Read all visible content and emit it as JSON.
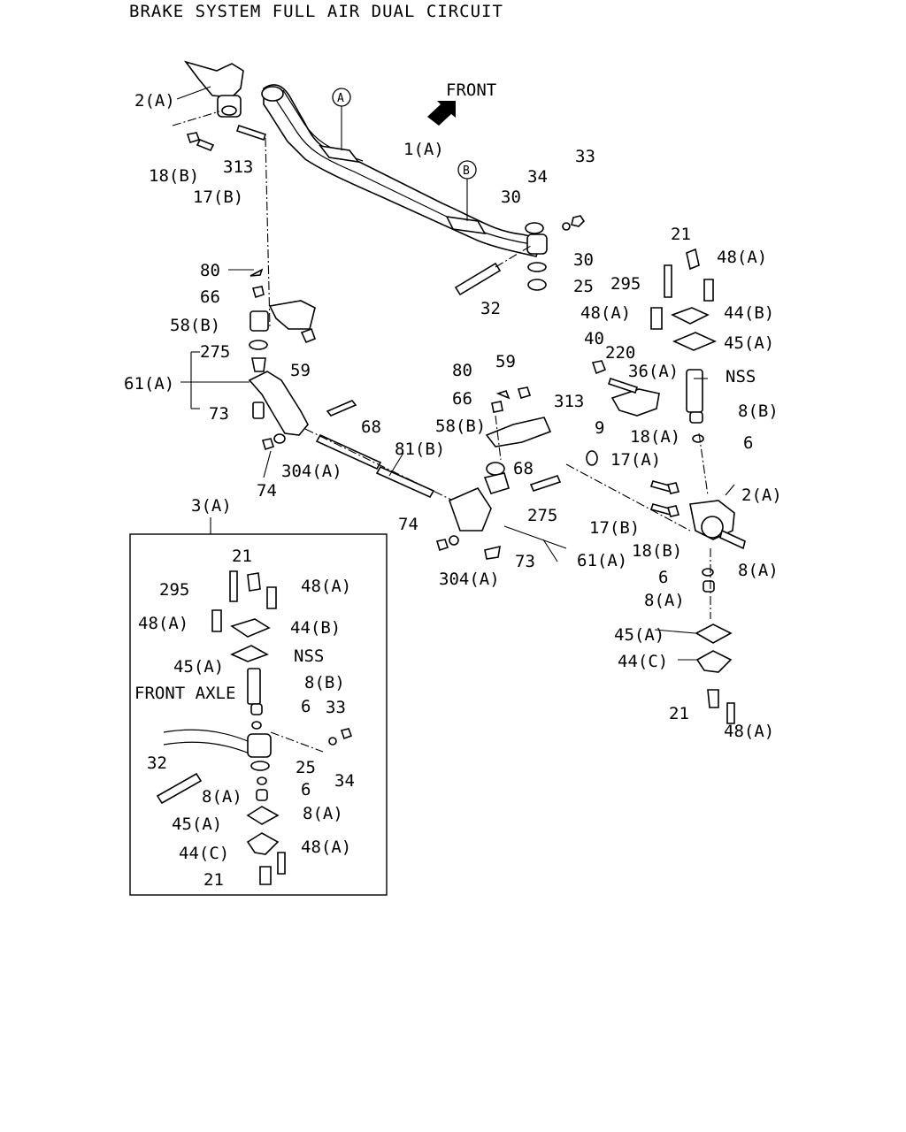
{
  "title": "BRAKE SYSTEM FULL AIR DUAL CIRCUIT",
  "front_label": "FRONT",
  "front_axle_label": "FRONT AXLE",
  "callouts": {
    "A": "A",
    "B": "B"
  },
  "labels": [
    "2(A)",
    "18(B)",
    "17(B)",
    "313",
    "1(A)",
    "34",
    "33",
    "30",
    "30",
    "25",
    "32",
    "80",
    "66",
    "58(B)",
    "275",
    "59",
    "61(A)",
    "73",
    "68",
    "74",
    "304(A)",
    "81(B)",
    "21",
    "48(A)",
    "295",
    "48(A)",
    "44(B)",
    "45(A)",
    "40",
    "220",
    "36(A)",
    "NSS",
    "8(B)",
    "6",
    "18(A)",
    "9",
    "17(A)",
    "2(A)",
    "17(B)",
    "18(B)",
    "6",
    "8(A)",
    "8(A)",
    "45(A)",
    "44(C)",
    "21",
    "48(A)",
    "80",
    "59",
    "66",
    "313",
    "58(B)",
    "68",
    "275",
    "74",
    "304(A)",
    "73",
    "61(A)",
    "3(A)",
    "21",
    "295",
    "48(A)",
    "48(A)",
    "44(B)",
    "45(A)",
    "NSS",
    "8(B)",
    "6",
    "33",
    "32",
    "25",
    "34",
    "6",
    "8(A)",
    "8(A)",
    "45(A)",
    "44(C)",
    "48(A)",
    "21"
  ]
}
